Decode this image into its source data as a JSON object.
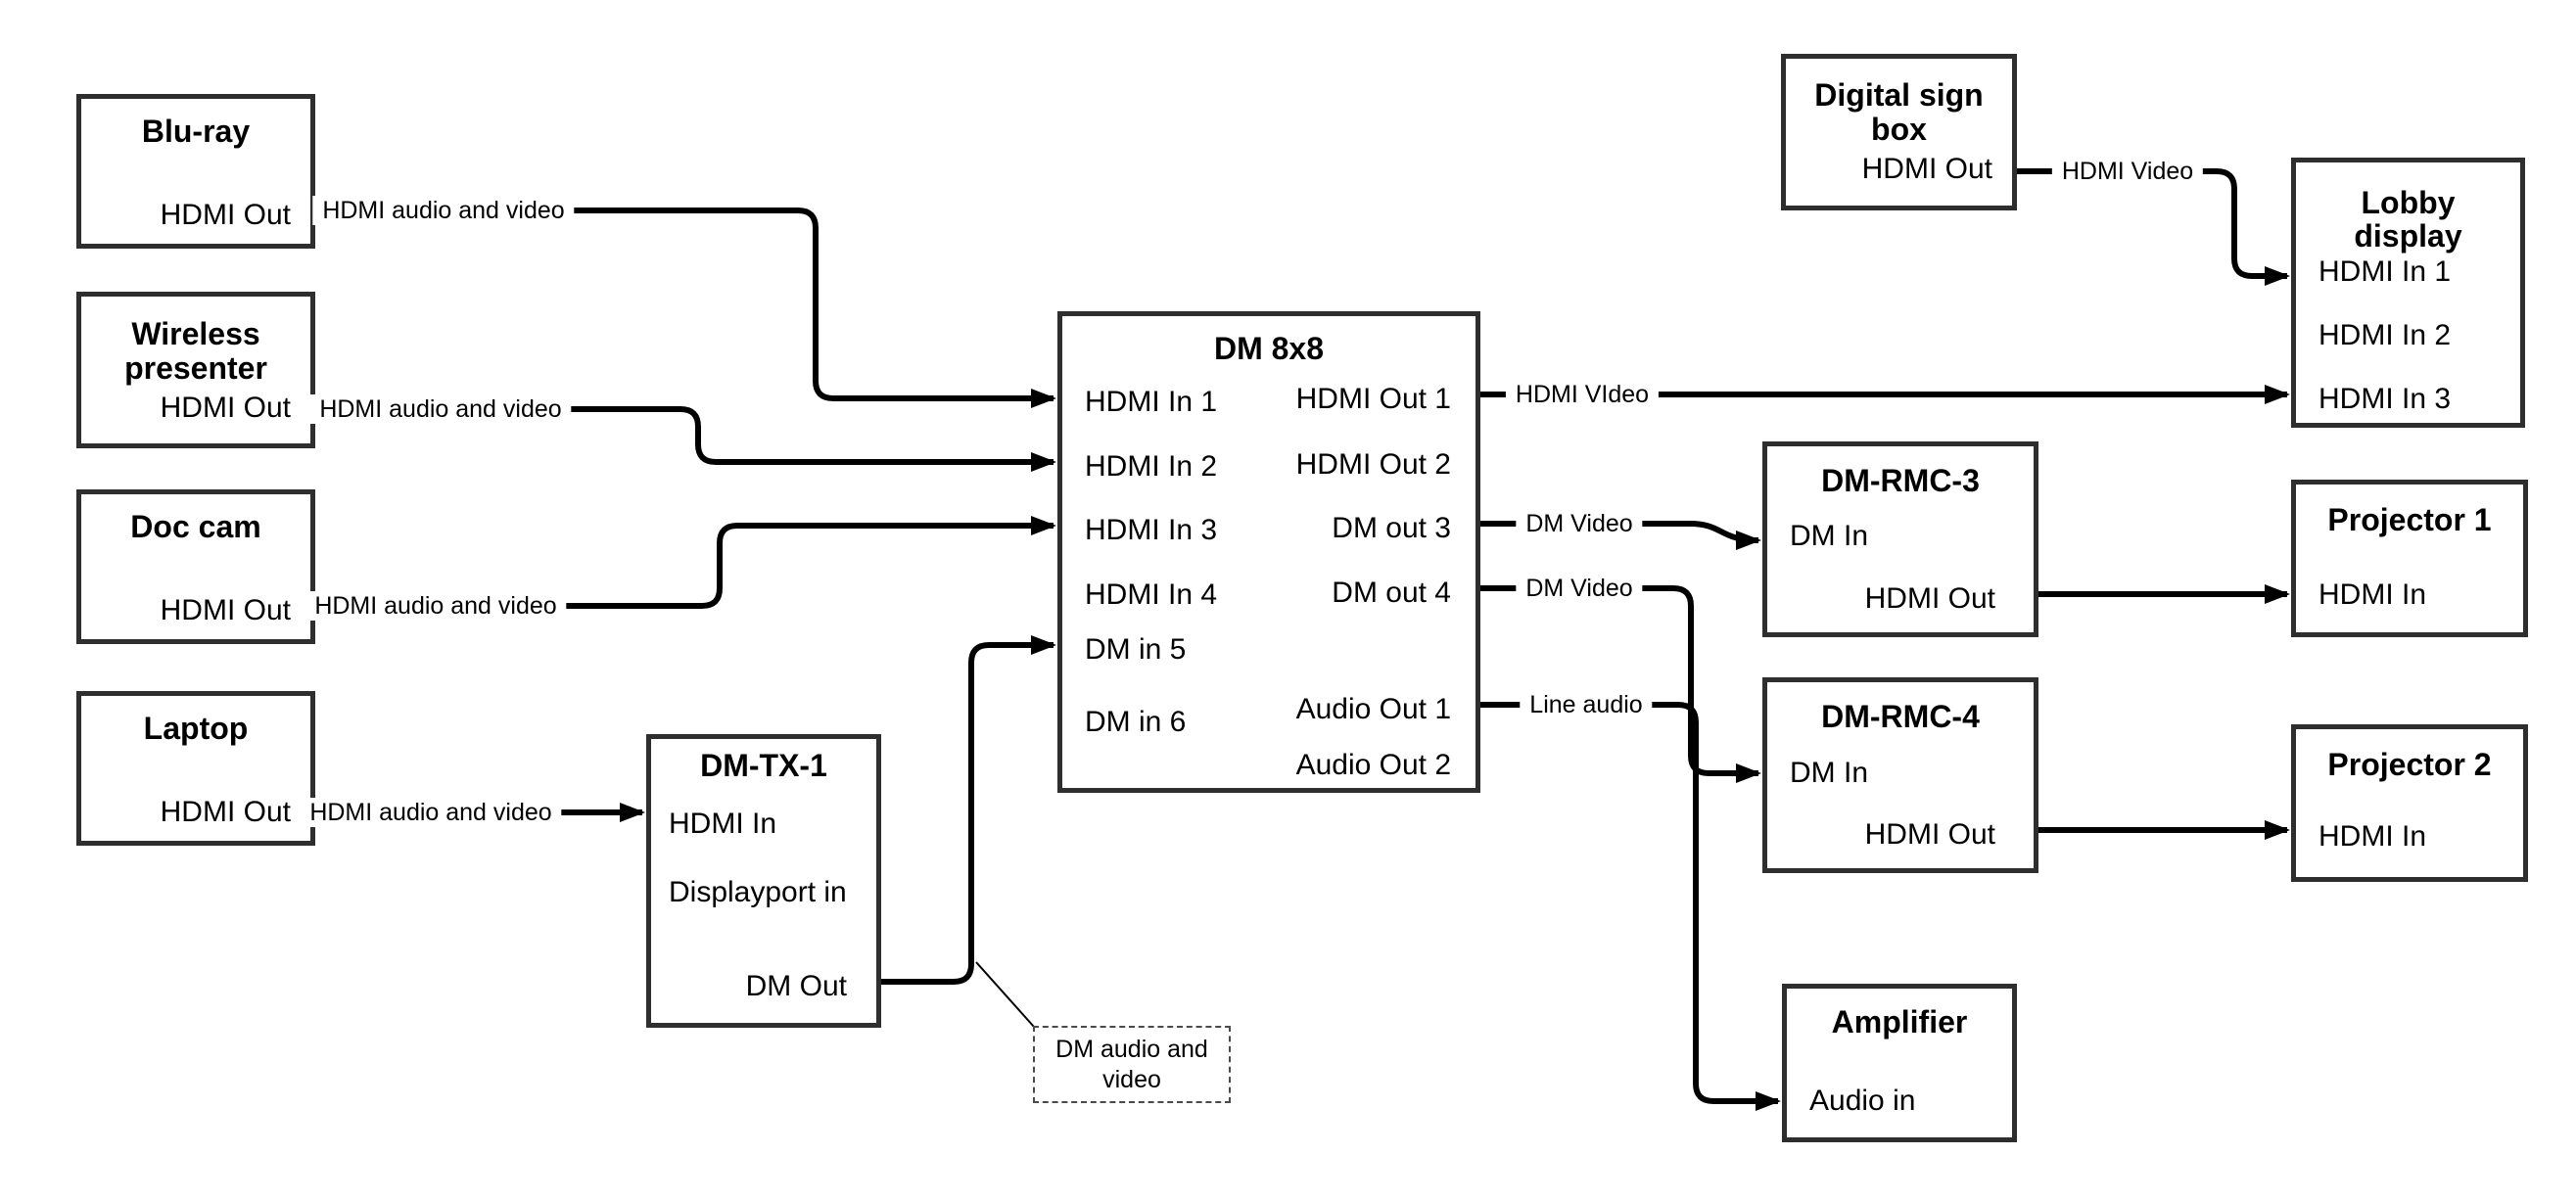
{
  "nodes": {
    "bluray": {
      "title_lines": [
        "Blu-ray"
      ],
      "ports": {
        "hdmi_out": "HDMI Out"
      }
    },
    "wireless": {
      "title_lines": [
        "Wireless",
        "presenter"
      ],
      "ports": {
        "hdmi_out": "HDMI Out"
      }
    },
    "doccam": {
      "title_lines": [
        "Doc cam"
      ],
      "ports": {
        "hdmi_out": "HDMI Out"
      }
    },
    "laptop": {
      "title_lines": [
        "Laptop"
      ],
      "ports": {
        "hdmi_out": "HDMI Out"
      }
    },
    "dmtx1": {
      "title_lines": [
        "DM-TX-1"
      ],
      "ports": {
        "hdmi_in": "HDMI In",
        "displayport_in": "Displayport in",
        "dm_out": "DM Out"
      }
    },
    "dm8x8": {
      "title_lines": [
        "DM 8x8"
      ],
      "ports": {
        "hdmi_in_1": "HDMI In 1",
        "hdmi_in_2": "HDMI In 2",
        "hdmi_in_3": "HDMI In 3",
        "hdmi_in_4": "HDMI In 4",
        "dm_in_5": "DM in 5",
        "dm_in_6": "DM in 6",
        "hdmi_out_1": "HDMI Out 1",
        "hdmi_out_2": "HDMI Out 2",
        "dm_out_3": "DM out 3",
        "dm_out_4": "DM out 4",
        "audio_out_1": "Audio Out 1",
        "audio_out_2": "Audio Out 2"
      }
    },
    "digital_sign": {
      "title_lines": [
        "Digital sign",
        "box"
      ],
      "ports": {
        "hdmi_out": "HDMI Out"
      }
    },
    "lobby": {
      "title_lines": [
        "Lobby",
        "display"
      ],
      "ports": {
        "hdmi_in_1": "HDMI In 1",
        "hdmi_in_2": "HDMI In 2",
        "hdmi_in_3": "HDMI In 3"
      }
    },
    "dm_rmc_3": {
      "title_lines": [
        "DM-RMC-3"
      ],
      "ports": {
        "dm_in": "DM In",
        "hdmi_out": "HDMI Out"
      }
    },
    "projector_1": {
      "title_lines": [
        "Projector 1"
      ],
      "ports": {
        "hdmi_in": "HDMI In"
      }
    },
    "dm_rmc_4": {
      "title_lines": [
        "DM-RMC-4"
      ],
      "ports": {
        "dm_in": "DM In",
        "hdmi_out": "HDMI Out"
      }
    },
    "projector_2": {
      "title_lines": [
        "Projector 2"
      ],
      "ports": {
        "hdmi_in": "HDMI In"
      }
    },
    "amplifier": {
      "title_lines": [
        "Amplifier"
      ],
      "ports": {
        "audio_in": "Audio in"
      }
    }
  },
  "wire_labels": {
    "bluray_to_dm8x8": "HDMI audio and video",
    "wireless_to_dm8x8": "HDMI audio and video",
    "doccam_to_dm8x8": "HDMI audio and video",
    "laptop_to_dmtx1": "HDMI audio and video",
    "hdmi_out_1": "HDMI VIdeo",
    "dm_out_3": "DM Video",
    "dm_out_4": "DM Video",
    "audio_out_1": "Line audio",
    "digital_sign_to_lobby": "HDMI Video"
  },
  "callout": {
    "line1": "DM audio and",
    "line2": "video"
  },
  "colors": {
    "wire": "#000000",
    "box_border": "#2e2e2e",
    "background": "#ffffff"
  }
}
